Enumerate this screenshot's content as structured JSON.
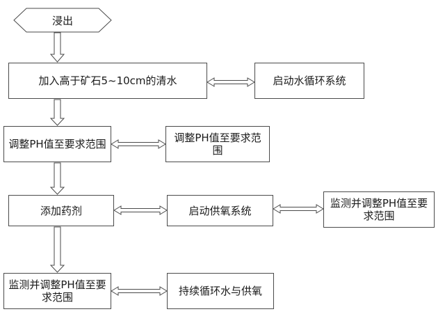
{
  "flowchart": {
    "start": "浸出",
    "step1": "加入高于矿石5~10cm的清水",
    "step1_side": "启动水循环系统",
    "step2": "调整PH值至要求范围",
    "step2_side": "调整PH值至要求范围",
    "step3": "添加药剂",
    "step3_mid": "启动供氧系统",
    "step3_side": "监测并调整PH值至要求范围",
    "step4": "监测并调整PH值至要求范围",
    "step4_side": "持续循环水与供氧"
  },
  "colors": {
    "line": "#4a4a4a",
    "arrow_fill": "#ffffff"
  }
}
